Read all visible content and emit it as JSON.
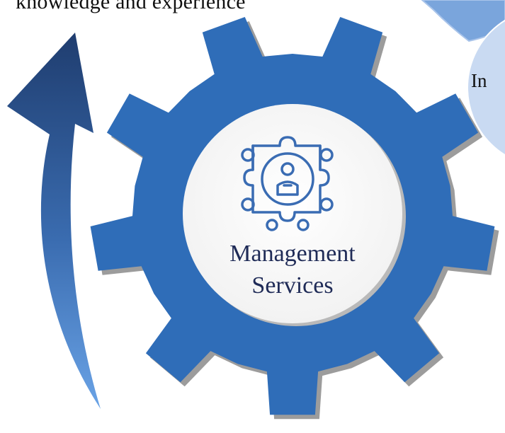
{
  "diagram": {
    "top_caption": "knowledge and experience",
    "side_caption": "In",
    "center": {
      "label_line1": "Management",
      "label_line2": "Services",
      "icon": "puzzle-person-icon"
    },
    "colors": {
      "gear": "#2f6db8",
      "gear_shadow": "#8b8b8b",
      "center_disc": "#f8f8f8",
      "icon_stroke": "#3a6cb3",
      "label_text": "#1f2b57",
      "arrow_top": "#1f3d6f",
      "arrow_bottom": "#5b93d8",
      "side_shape": "#c9daf2",
      "corner_shape": "#7aa5dc"
    }
  }
}
